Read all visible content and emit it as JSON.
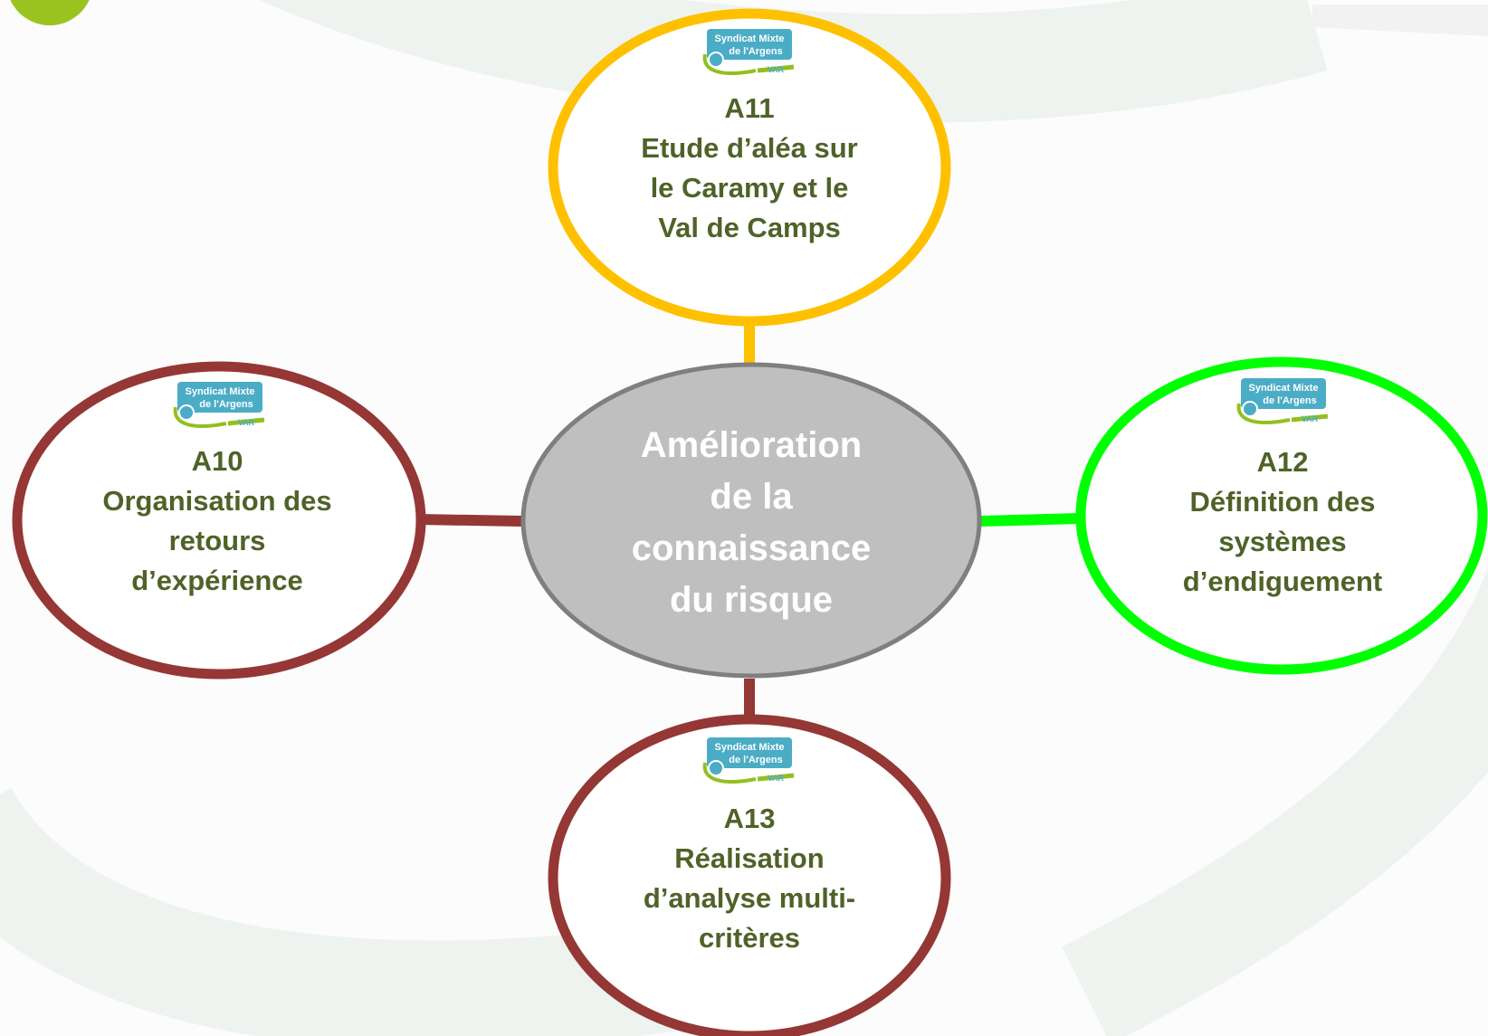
{
  "center": {
    "lines": [
      "Amélioration",
      "de la",
      "connaissance",
      "du risque"
    ],
    "fill": "#bfbfbf",
    "stroke": "#7f7f7f"
  },
  "logo": {
    "line1": "Syndicat Mixte",
    "line2": "de l'Argens",
    "tag": "VAR"
  },
  "nodes": {
    "a11": {
      "id": "A11",
      "lines": [
        "Etude d’aléa sur",
        "le Caramy et le",
        "Val de Camps"
      ],
      "color": "#ffc000"
    },
    "a10": {
      "id": "A10",
      "lines": [
        "Organisation des",
        "retours",
        "d’expérience"
      ],
      "color": "#953735"
    },
    "a12": {
      "id": "A12",
      "lines": [
        "Définition des",
        "systèmes",
        "d’endiguement"
      ],
      "color": "#00ff00"
    },
    "a13": {
      "id": "A13",
      "lines": [
        "Réalisation",
        "d’analyse multi-",
        "critères"
      ],
      "color": "#953735"
    }
  },
  "colors": {
    "text": "#4f6228",
    "logo_bg": "#4bacc6",
    "logo_wave": "#92c020"
  }
}
